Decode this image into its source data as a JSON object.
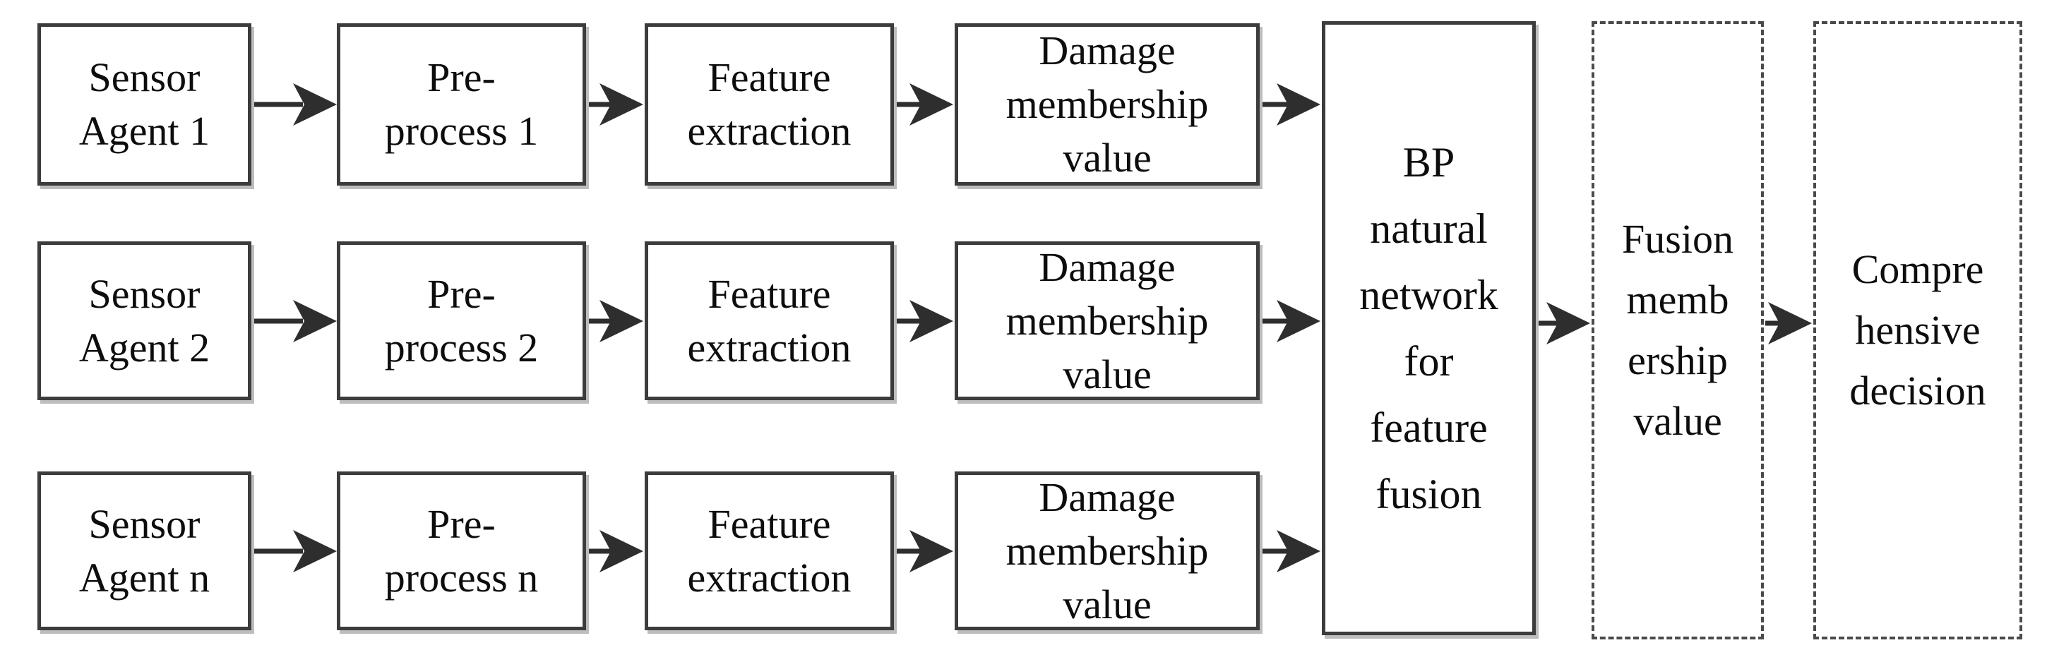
{
  "colors": {
    "line": "#2e2e2e",
    "text": "#0d0d0d",
    "background": "#ffffff",
    "border": "#3c3c3c",
    "shadow": "#bdbdbd"
  },
  "rows": [
    {
      "id": "1",
      "sensor": "Sensor\nAgent 1",
      "preprocess": "Pre-\nprocess 1",
      "feature": "Feature\nextraction",
      "damage": "Damage\nmembership\nvalue"
    },
    {
      "id": "2",
      "sensor": "Sensor\nAgent 2",
      "preprocess": "Pre-\nprocess 2",
      "feature": "Feature\nextraction",
      "damage": "Damage\nmembership\nvalue"
    },
    {
      "id": "n",
      "sensor": "Sensor\nAgent n",
      "preprocess": "Pre-\nprocess n",
      "feature": "Feature\nextraction",
      "damage": "Damage\nmembership\nvalue"
    }
  ],
  "fusion": {
    "bp_network": "BP\nnatural\nnetwork\nfor\nfeature\nfusion",
    "fusion_membership": "Fusion\nmemb\nership\nvalue",
    "comprehensive_decision": "Compre\nhensive\ndecision"
  }
}
